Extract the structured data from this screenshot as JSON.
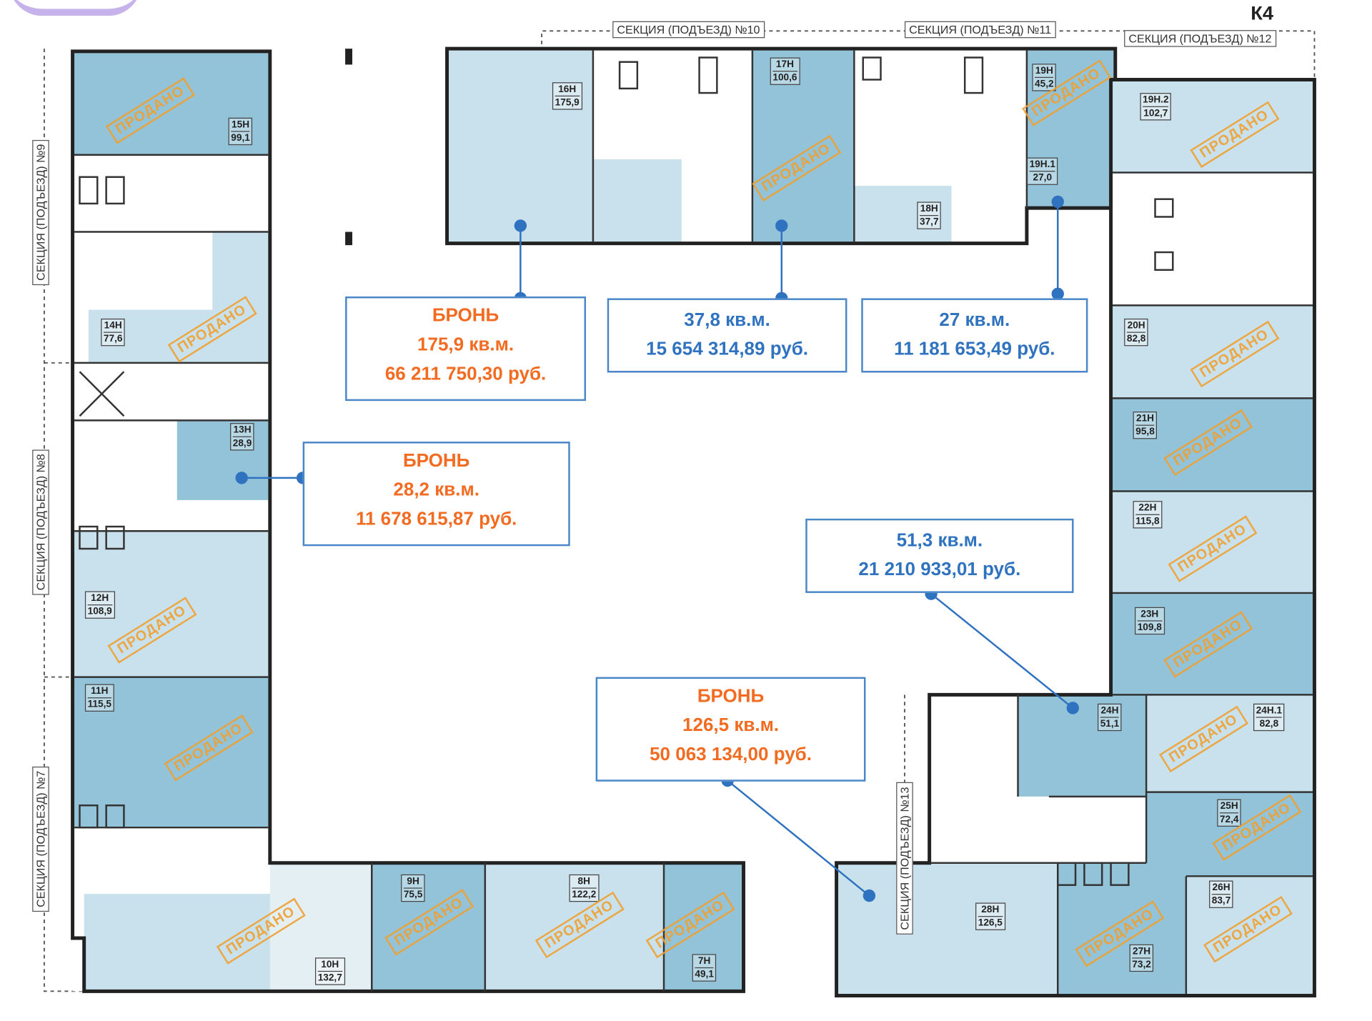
{
  "building_label": "К4",
  "stamp_text": "ПРОДАНО",
  "sections": {
    "s7": "СЕКЦИЯ (ПОДЪЕЗД) №7",
    "s8": "СЕКЦИЯ (ПОДЪЕЗД) №8",
    "s9": "СЕКЦИЯ (ПОДЪЕЗД) №9",
    "s10": "СЕКЦИЯ (ПОДЪЕЗД) №10",
    "s11": "СЕКЦИЯ (ПОДЪЕЗД) №11",
    "s12": "СЕКЦИЯ (ПОДЪЕЗД) №12",
    "s13": "СЕКЦИЯ (ПОДЪЕЗД) №13"
  },
  "units": [
    {
      "label": "15Н",
      "area": "99,1"
    },
    {
      "label": "16Н",
      "area": "175,9"
    },
    {
      "label": "17Н",
      "area": "100,6"
    },
    {
      "label": "18Н",
      "area": "37,7"
    },
    {
      "label": "19Н",
      "area": "45,2"
    },
    {
      "label": "19Н.1",
      "area": "27,0"
    },
    {
      "label": "19Н.2",
      "area": "102,7"
    },
    {
      "label": "14Н",
      "area": "77,6"
    },
    {
      "label": "13Н",
      "area": "28,9"
    },
    {
      "label": "12Н",
      "area": "108,9"
    },
    {
      "label": "11Н",
      "area": "115,5"
    },
    {
      "label": "20Н",
      "area": "82,8"
    },
    {
      "label": "21Н",
      "area": "95,8"
    },
    {
      "label": "22Н",
      "area": "115,8"
    },
    {
      "label": "23Н",
      "area": "109,8"
    },
    {
      "label": "24Н",
      "area": "51,1"
    },
    {
      "label": "24Н.1",
      "area": "82,8"
    },
    {
      "label": "25Н",
      "area": "72,4"
    },
    {
      "label": "26Н",
      "area": "83,7"
    },
    {
      "label": "27Н",
      "area": "73,2"
    },
    {
      "label": "28Н",
      "area": "126,5"
    },
    {
      "label": "10Н",
      "area": "132,7"
    },
    {
      "label": "9Н",
      "area": "75,5"
    },
    {
      "label": "8Н",
      "area": "122,2"
    },
    {
      "label": "7Н",
      "area": "49,1"
    }
  ],
  "callouts": [
    {
      "status": "БРОНЬ",
      "area": "175,9 кв.м.",
      "price": "66 211 750,30 руб."
    },
    {
      "area": "37,8 кв.м.",
      "price": "15 654 314,89 руб."
    },
    {
      "area": "27 кв.м.",
      "price": "11 181 653,49 руб."
    },
    {
      "status": "БРОНЬ",
      "area": "28,2 кв.м.",
      "price": "11 678 615,87 руб."
    },
    {
      "area": "51,3 кв.м.",
      "price": "21 210 933,01 руб."
    },
    {
      "status": "БРОНЬ",
      "area": "126,5 кв.м.",
      "price": "50 063 134,00 руб."
    }
  ],
  "colors": {
    "reserved": "#f26b21",
    "available": "#2f72c0",
    "unit_light": "#c9e1ec",
    "unit_dark": "#92c3d8",
    "sold_stamp": "#f0a030"
  }
}
